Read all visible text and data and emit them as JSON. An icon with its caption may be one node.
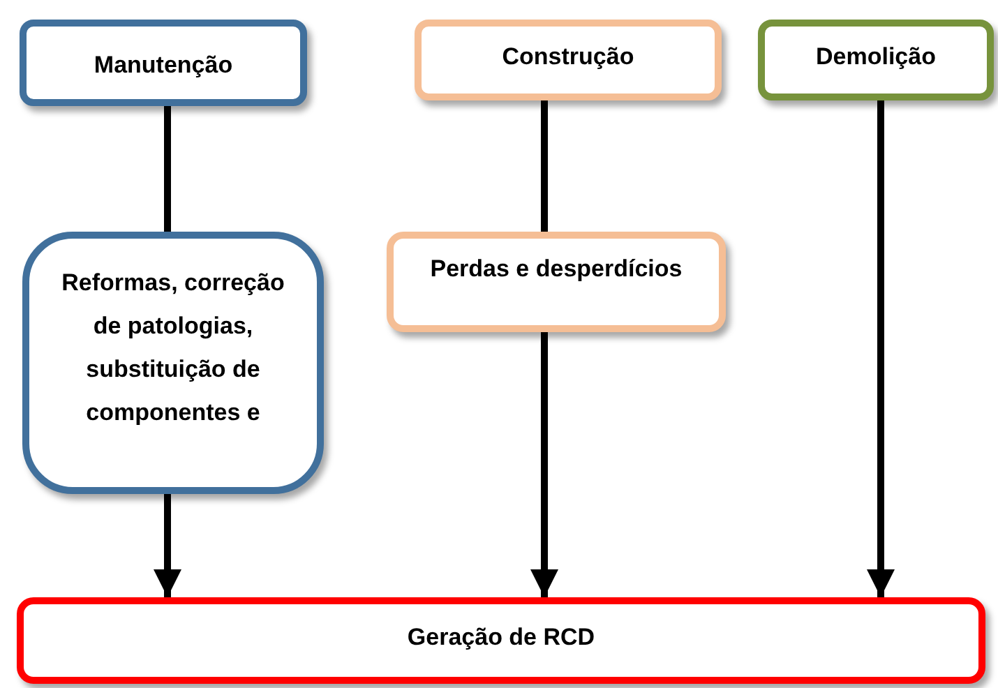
{
  "diagram": {
    "nodes": [
      {
        "text": [
          "Manutenção"
        ]
      },
      {
        "text": [
          "Construção"
        ]
      },
      {
        "text": [
          "Demolição"
        ]
      },
      {
        "text": [
          "Reformas, correção de patologias, substituição de componentes e"
        ]
      },
      {
        "text": [
          "Perdas e desperdícios"
        ]
      },
      {
        "text": [
          "Geração de RCD"
        ]
      }
    ],
    "edges": [
      {
        "from": 0,
        "to": 3,
        "arrow": "none"
      },
      {
        "from": 3,
        "to": 5,
        "arrow": "to"
      },
      {
        "from": 1,
        "to": 4,
        "arrow": "none"
      },
      {
        "from": 4,
        "to": 5,
        "arrow": "to"
      },
      {
        "from": 2,
        "to": 5,
        "arrow": "to"
      }
    ]
  }
}
